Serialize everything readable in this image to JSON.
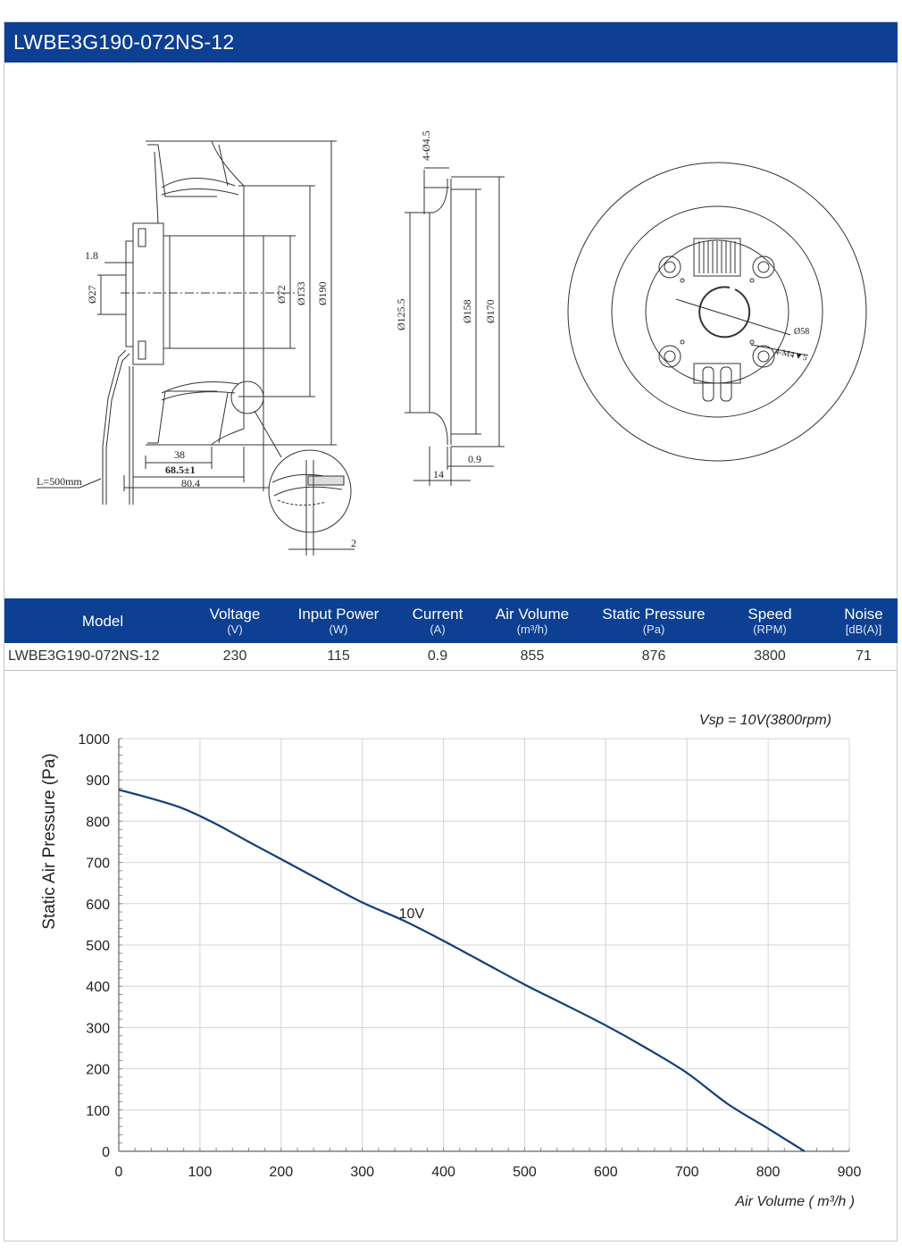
{
  "header": {
    "title": "LWBE3G190-072NS-12"
  },
  "drawing": {
    "side_view": {
      "dim_1_8": "1.8",
      "dim_d27": "Ø27",
      "dim_d72": "Ø72",
      "dim_d133": "Ø133",
      "dim_d190": "Ø190",
      "dim_38": "38",
      "dim_68_5": "68.5±1",
      "dim_80_4": "80.4",
      "cable_length": "L=500mm",
      "detail_2": "2"
    },
    "ring_view": {
      "holes": "4-Ø4.5",
      "dim_d125_5": "Ø125.5",
      "dim_d158": "Ø158",
      "dim_d170": "Ø170",
      "dim_0_9": "0.9",
      "dim_14": "14"
    },
    "front_view": {
      "dim_d58": "Ø58",
      "thread": "4-M4▼5"
    }
  },
  "specs": {
    "columns": [
      {
        "label": "Model",
        "unit": ""
      },
      {
        "label": "Voltage",
        "unit": "(V)"
      },
      {
        "label": "Input Power",
        "unit": "(W)"
      },
      {
        "label": "Current",
        "unit": "(A)"
      },
      {
        "label": "Air Volume",
        "unit": "(m³/h)"
      },
      {
        "label": "Static Pressure",
        "unit": "(Pa)"
      },
      {
        "label": "Speed",
        "unit": "(RPM)"
      },
      {
        "label": "Noise",
        "unit": "[dB(A)]"
      }
    ],
    "row": [
      "LWBE3G190-072NS-12",
      "230",
      "115",
      "0.9",
      "855",
      "876",
      "3800",
      "71"
    ]
  },
  "colors": {
    "brand_blue": "#0d3f92",
    "curve_blue": "#0f3f7a",
    "grid": "#d4d4d4"
  },
  "chart_data": {
    "type": "line",
    "title": "",
    "annotation": "Vsp = 10V(3800rpm)",
    "xlabel": "Air Volume ( m³/h )",
    "ylabel": "Static Air Pressure  (Pa)",
    "xlim": [
      0,
      900
    ],
    "ylim": [
      0,
      1000
    ],
    "xticks": [
      0,
      100,
      200,
      300,
      400,
      500,
      600,
      700,
      800,
      900
    ],
    "yticks": [
      0,
      100,
      200,
      300,
      400,
      500,
      600,
      700,
      800,
      900,
      1000
    ],
    "grid": true,
    "series": [
      {
        "name": "10V",
        "x": [
          0,
          40,
          80,
          120,
          160,
          200,
          250,
          300,
          350,
          400,
          450,
          500,
          550,
          600,
          650,
          700,
          750,
          800,
          845
        ],
        "y": [
          876,
          855,
          830,
          793,
          750,
          708,
          655,
          603,
          560,
          510,
          457,
          404,
          355,
          305,
          250,
          190,
          115,
          55,
          0
        ]
      }
    ]
  }
}
